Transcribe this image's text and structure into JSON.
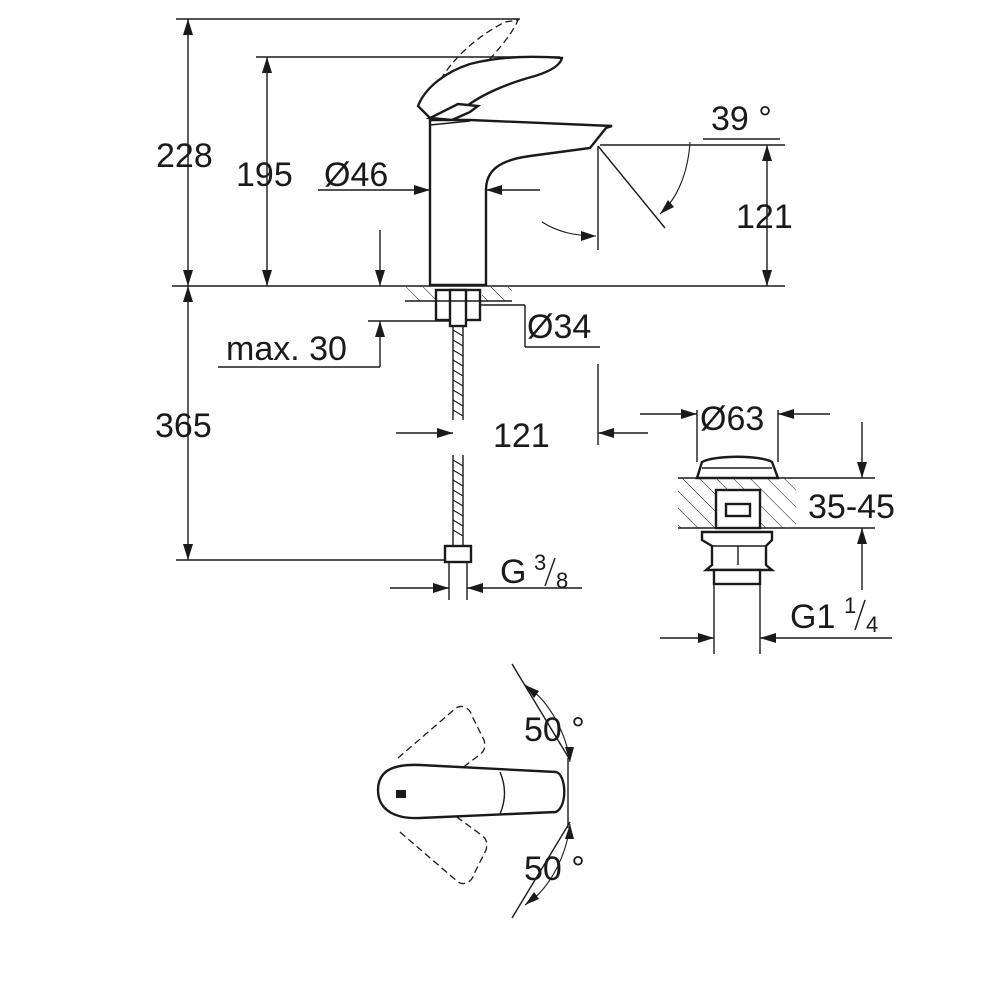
{
  "dimensions": {
    "height_total": "228",
    "height_spout": "195",
    "body_diameter": "Ø46",
    "spout_angle": "39 °",
    "spout_height": "121",
    "shank_diameter": "Ø34",
    "deck_thickness": "max. 30",
    "hose_length": "365",
    "reach": "121",
    "waste_diameter": "Ø63",
    "waste_deck_range": "35-45",
    "inlet_thread": "G",
    "inlet_thread_num": "3",
    "inlet_thread_den": "8",
    "waste_thread": "G1",
    "waste_thread_num": "1",
    "waste_thread_den": "4",
    "lever_angle_left": "50 °",
    "lever_angle_right": "50 °"
  },
  "colors": {
    "line": "#1a1a1a",
    "background": "#ffffff"
  }
}
